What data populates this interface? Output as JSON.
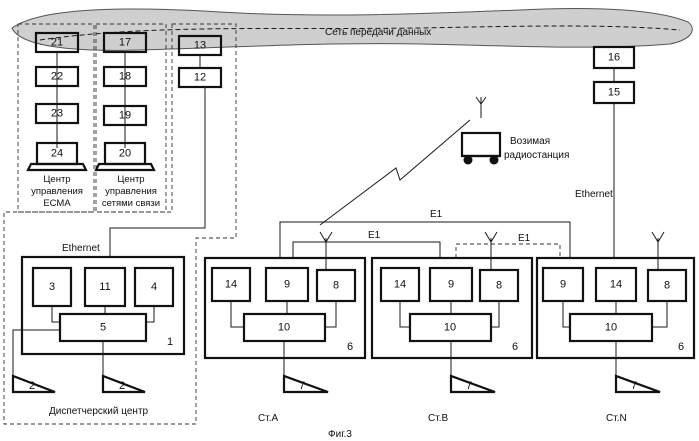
{
  "network_label": "Сеть передачи данных",
  "nodes": {
    "n21": "21",
    "n22": "22",
    "n23": "23",
    "n24": "24",
    "n17": "17",
    "n18": "18",
    "n19": "19",
    "n20": "20",
    "n13": "13",
    "n12": "12",
    "n16": "16",
    "n15": "15",
    "n3": "3",
    "n11": "11",
    "n4": "4",
    "n5": "5",
    "n1": "1",
    "n2a": "2",
    "n2b": "2",
    "a14": "14",
    "a9": "9",
    "a8": "8",
    "a10": "10",
    "a6": "6",
    "a7": "7",
    "b14": "14",
    "b9": "9",
    "b8": "8",
    "b10": "10",
    "b6": "6",
    "b7": "7",
    "c9": "9",
    "c14": "14",
    "c8": "8",
    "c10": "10",
    "c6": "6",
    "c7": "7"
  },
  "labels": {
    "ecma_line1": "Центр",
    "ecma_line2": "управления",
    "ecma_line3": "ЕСМА",
    "comm_line1": "Центр",
    "comm_line2": "управления",
    "comm_line3": "сетями связи",
    "mobile_line1": "Возимая",
    "mobile_line2": "радиостанция",
    "ethernet_top": "Ethernet",
    "ethernet_right": "Ethernet",
    "e1_top": "E1",
    "e1_mid": "E1",
    "e1_right": "E1",
    "dispatch": "Диспетчерский центр",
    "station_a": "Ст.А",
    "station_b": "Ст.В",
    "station_n": "Ст.N",
    "figure": "Фиг.3"
  }
}
